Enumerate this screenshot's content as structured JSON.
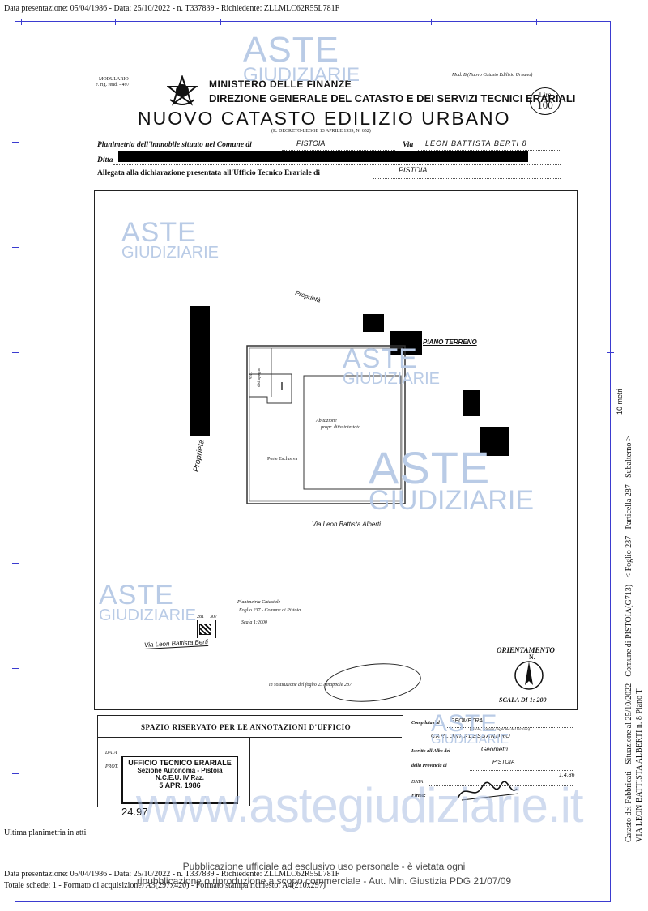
{
  "header": {
    "top_line": "Data presentazione: 05/04/1986 - Data: 25/10/2022 - n. T337839 - Richiedente: ZLLMLC62R55L781F"
  },
  "form": {
    "modulario": "MODULARIO",
    "modulario_code": "F. rig. rend. - 497",
    "ministry": "MINISTERO DELLE FINANZE",
    "direction": "DIREZIONE GENERALE DEL CATASTO E DEI SERVIZI TECNICI ERARIALI",
    "mod": "Mod. B (Nuovo Catasto Edilizio Urbano)",
    "price_currency": "Lire",
    "price_value": "100",
    "title": "NUOVO CATASTO EDILIZIO URBANO",
    "decree": "(R. DECRETO-LEGGE 13 APRILE 1939, N. 652)",
    "planimetry_label": "Planimetria dell'immobile situato nel Comune di",
    "comune": "PISTOIA",
    "via_label": "Via",
    "via_value": "LEON BATTISTA BERTI 8",
    "ditta_label": "Ditta",
    "allegata_label": "Allegata alla dichiarazione presentata all'Ufficio Tecnico Erariale di",
    "ufficio": "PISTOIA"
  },
  "drawing": {
    "proprieta_top": "Proprietà",
    "proprieta_left": "Proprietà",
    "piano": "PIANO TERRENO",
    "room_main": "Abitazione",
    "room_main_sub": "propr. ditta intestata",
    "room_small_a": "w.c.",
    "room_small_b": "disimpegno",
    "porta": "Porte Esclusiva",
    "street": "Via Leon Battista Alberti",
    "plan_title": "Planimetria Catastale",
    "plan_foglio": "Foglio 237 - Comune di Pistoia",
    "plan_scale": "Scala 1:2000",
    "plot_a": "281",
    "plot_b": "307",
    "plan_street": "Via Leon Battista Berti",
    "substitution": "in sostituzione del foglio 237 mappale 287",
    "orient_label": "ORIENTAMENTO",
    "north": "N.",
    "scale_label": "SCALA DI 1: 200"
  },
  "office": {
    "reserved": "SPAZIO RISERVATO PER LE ANNOTAZIONI D'UFFICIO",
    "data_label": "DATA",
    "prot_label": "PROT.",
    "stamp_line1": "UFFICIO TECNICO ERARIALE",
    "stamp_line2": "Sezione Autonoma - Pistoia",
    "stamp_line3": "N.C.E.U. IV Raz.",
    "stamp_date": "5 APR. 1986",
    "stamp_bottom": "24.97"
  },
  "compiler": {
    "compilata_label": "Compilata dal",
    "title": "GEOMETRA",
    "hint": "(Titolo, nome e cognome del tecnico)",
    "name": "CARLONI ALESSANDRO",
    "iscritto_label": "Iscritto all'Albo dei",
    "albo": "Geometri",
    "provincia_label": "della Provincia di",
    "provincia": "PISTOIA",
    "data_label": "DATA",
    "date": "1.4.86",
    "firma_label": "Firma:"
  },
  "watermarks": {
    "aste": "ASTE",
    "giudiziarie": "GIUDIZIARIE",
    "site": "www.astegiudiziarie.it",
    "notice_line1": "Pubblicazione ufficiale ad esclusivo uso personale - è vietata ogni",
    "notice_line2": "ripubblicazione o riproduzione a scopo commerciale - Aut. Min. Giustizia PDG 21/07/09"
  },
  "side": {
    "scale_bar": "10 metri",
    "line1": "Catasto dei Fabbricati - Situazione al 25/10/2022 - Comune di PISTOIA(G713) - < Foglio 237 - Particella 287 - Subalterno >",
    "line2": "VIA LEON BATTISTA ALBERTI n. 8 Piano T"
  },
  "footer": {
    "last_plan": "Ultima planimetria in atti",
    "line1": "Data presentazione: 05/04/1986 - Data: 25/10/2022 - n. T337839 - Richiedente: ZLLMLC62R55L781F",
    "line2": "Totale schede: 1 - Formato di acquisizione: A3(297x420) - Formato stampa richiesto: A4(210x297)"
  }
}
